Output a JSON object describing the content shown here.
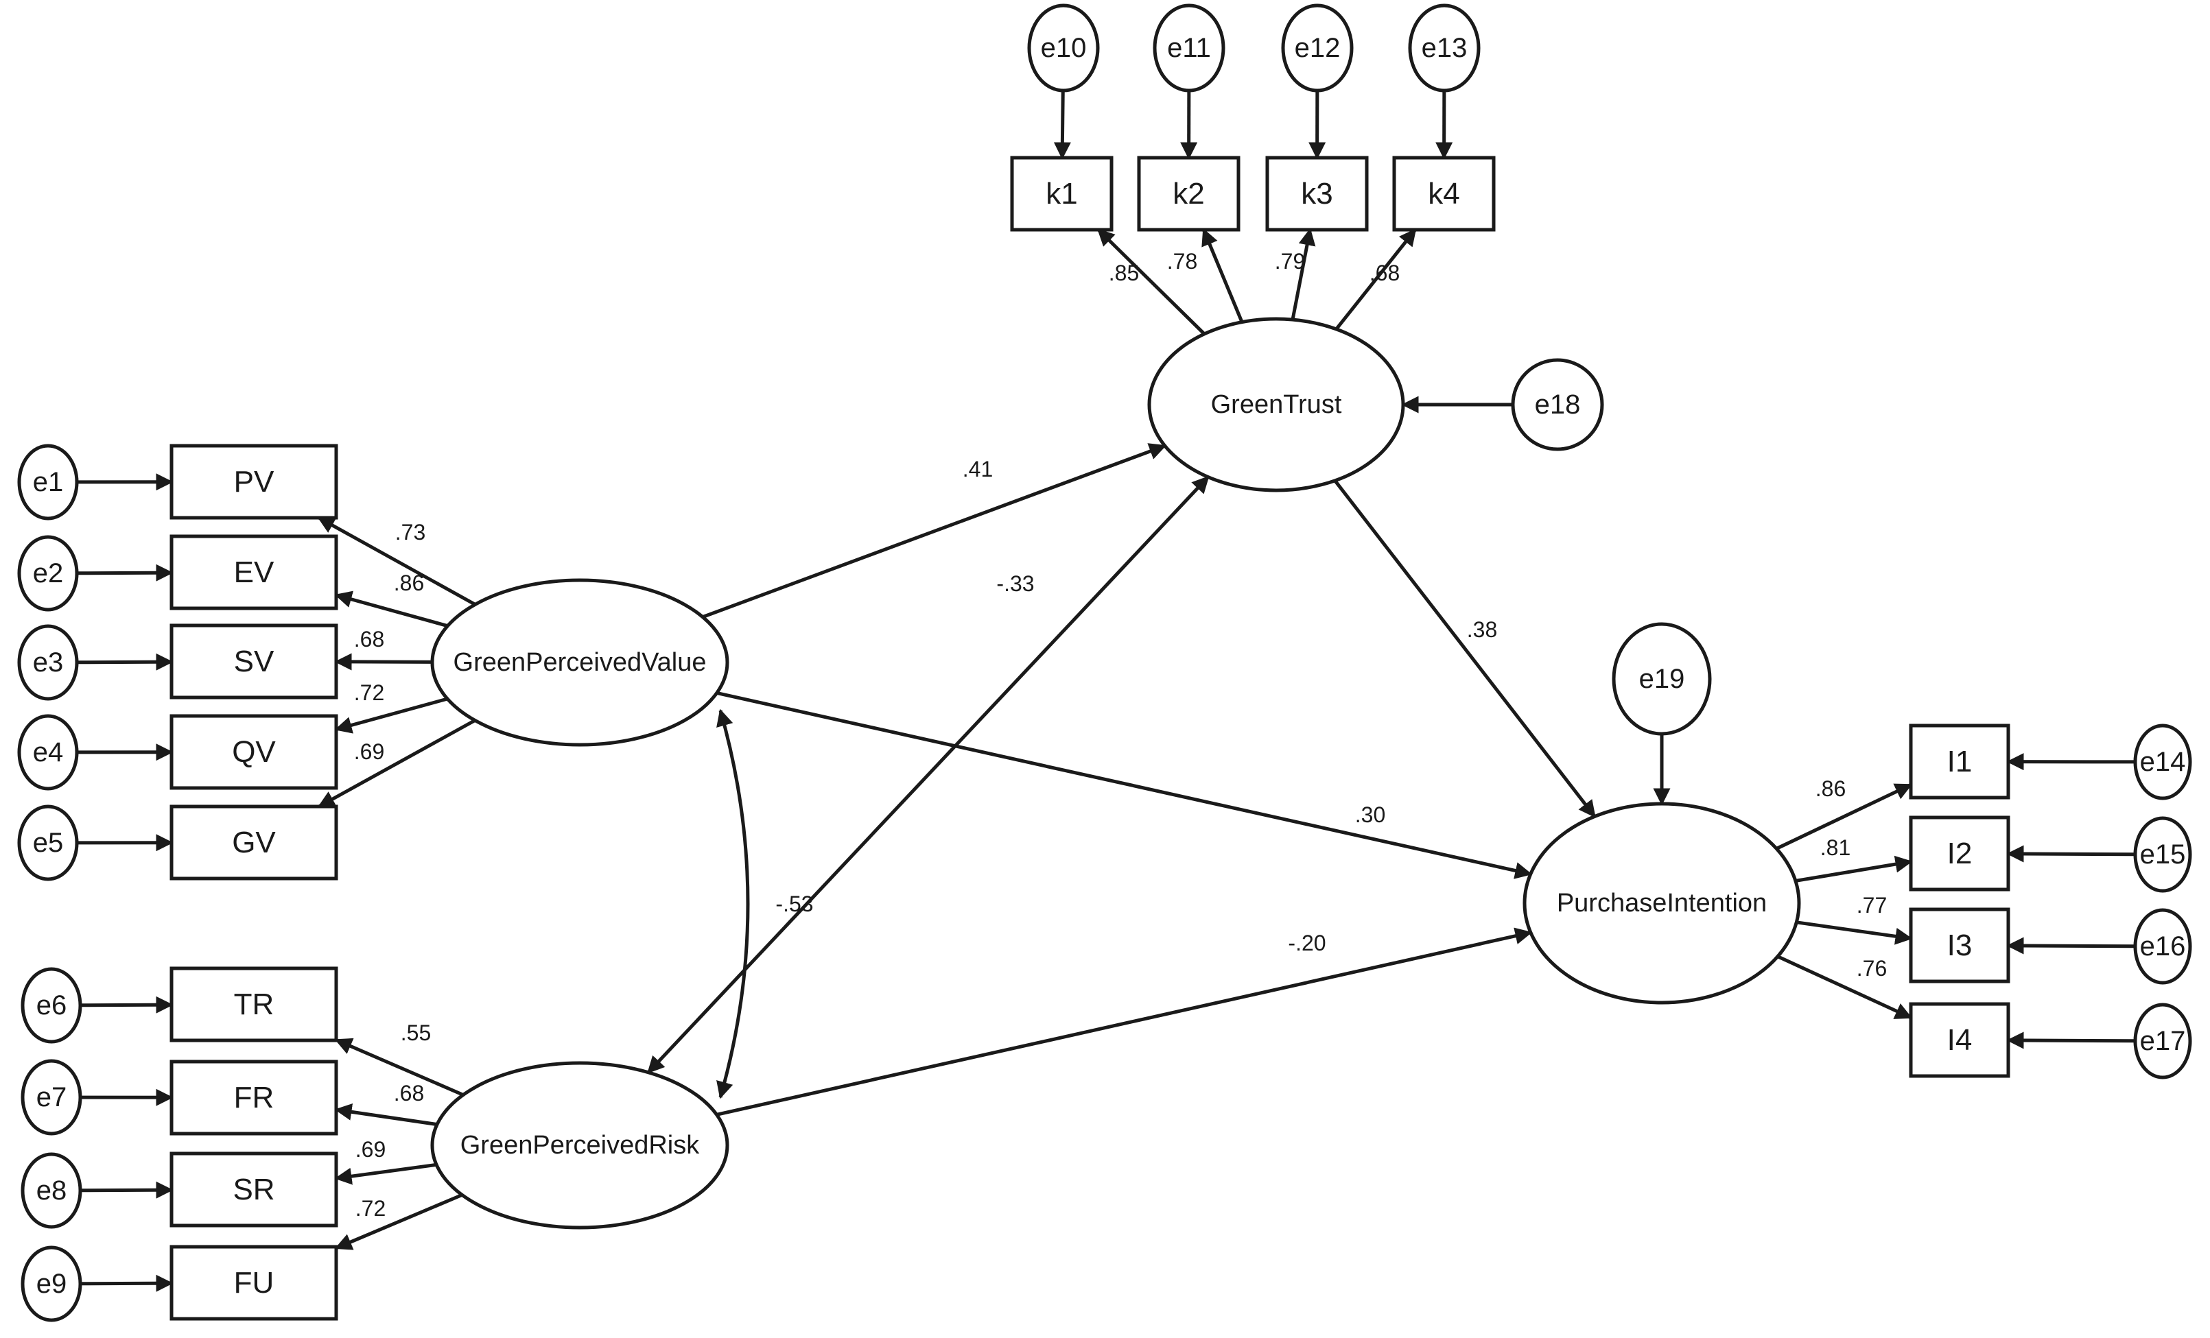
{
  "observed": [
    {
      "id": "PV",
      "label": "PV"
    },
    {
      "id": "EV",
      "label": "EV"
    },
    {
      "id": "SV",
      "label": "SV"
    },
    {
      "id": "QV",
      "label": "QV"
    },
    {
      "id": "GV",
      "label": "GV"
    },
    {
      "id": "TR",
      "label": "TR"
    },
    {
      "id": "FR",
      "label": "FR"
    },
    {
      "id": "SR",
      "label": "SR"
    },
    {
      "id": "FU",
      "label": "FU"
    },
    {
      "id": "k1",
      "label": "k1"
    },
    {
      "id": "k2",
      "label": "k2"
    },
    {
      "id": "k3",
      "label": "k3"
    },
    {
      "id": "k4",
      "label": "k4"
    },
    {
      "id": "I1",
      "label": "I1"
    },
    {
      "id": "I2",
      "label": "I2"
    },
    {
      "id": "I3",
      "label": "I3"
    },
    {
      "id": "I4",
      "label": "I4"
    }
  ],
  "errors": [
    {
      "id": "e1",
      "label": "e1"
    },
    {
      "id": "e2",
      "label": "e2"
    },
    {
      "id": "e3",
      "label": "e3"
    },
    {
      "id": "e4",
      "label": "e4"
    },
    {
      "id": "e5",
      "label": "e5"
    },
    {
      "id": "e6",
      "label": "e6"
    },
    {
      "id": "e7",
      "label": "e7"
    },
    {
      "id": "e8",
      "label": "e8"
    },
    {
      "id": "e9",
      "label": "e9"
    },
    {
      "id": "e10",
      "label": "e10"
    },
    {
      "id": "e11",
      "label": "e11"
    },
    {
      "id": "e12",
      "label": "e12"
    },
    {
      "id": "e13",
      "label": "e13"
    },
    {
      "id": "e14",
      "label": "e14"
    },
    {
      "id": "e15",
      "label": "e15"
    },
    {
      "id": "e16",
      "label": "e16"
    },
    {
      "id": "e17",
      "label": "e17"
    },
    {
      "id": "e18",
      "label": "e18"
    },
    {
      "id": "e19",
      "label": "e19"
    }
  ],
  "latent": [
    {
      "id": "GPV",
      "label": "GreenPerceivedValue"
    },
    {
      "id": "GPR",
      "label": "GreenPerceivedRisk"
    },
    {
      "id": "GT",
      "label": "GreenTrust"
    },
    {
      "id": "PI",
      "label": "PurchaseIntention"
    }
  ],
  "loadings": [
    {
      "from": "GPV",
      "to": "PV",
      "value": ".73"
    },
    {
      "from": "GPV",
      "to": "EV",
      "value": ".86"
    },
    {
      "from": "GPV",
      "to": "SV",
      "value": ".68"
    },
    {
      "from": "GPV",
      "to": "QV",
      "value": ".72"
    },
    {
      "from": "GPV",
      "to": "GV",
      "value": ".69"
    },
    {
      "from": "GPR",
      "to": "TR",
      "value": ".55"
    },
    {
      "from": "GPR",
      "to": "FR",
      "value": ".68"
    },
    {
      "from": "GPR",
      "to": "SR",
      "value": ".69"
    },
    {
      "from": "GPR",
      "to": "FU",
      "value": ".72"
    },
    {
      "from": "GT",
      "to": "k1",
      "value": ".85"
    },
    {
      "from": "GT",
      "to": "k2",
      "value": ".78"
    },
    {
      "from": "GT",
      "to": "k3",
      "value": ".79"
    },
    {
      "from": "GT",
      "to": "k4",
      "value": ".68"
    },
    {
      "from": "PI",
      "to": "I1",
      "value": ".86"
    },
    {
      "from": "PI",
      "to": "I2",
      "value": ".81"
    },
    {
      "from": "PI",
      "to": "I3",
      "value": ".77"
    },
    {
      "from": "PI",
      "to": "I4",
      "value": ".76"
    }
  ],
  "structural": [
    {
      "from": "GPV",
      "to": "GT",
      "value": ".41"
    },
    {
      "from": "GPR",
      "to": "GT",
      "value": "-.33"
    },
    {
      "from": "GT",
      "to": "PI",
      "value": ".38"
    },
    {
      "from": "GPV",
      "to": "PI",
      "value": ".30"
    },
    {
      "from": "GPR",
      "to": "PI",
      "value": "-.20"
    }
  ],
  "covariances": [
    {
      "a": "GPV",
      "b": "GPR",
      "value": "-.53"
    }
  ]
}
